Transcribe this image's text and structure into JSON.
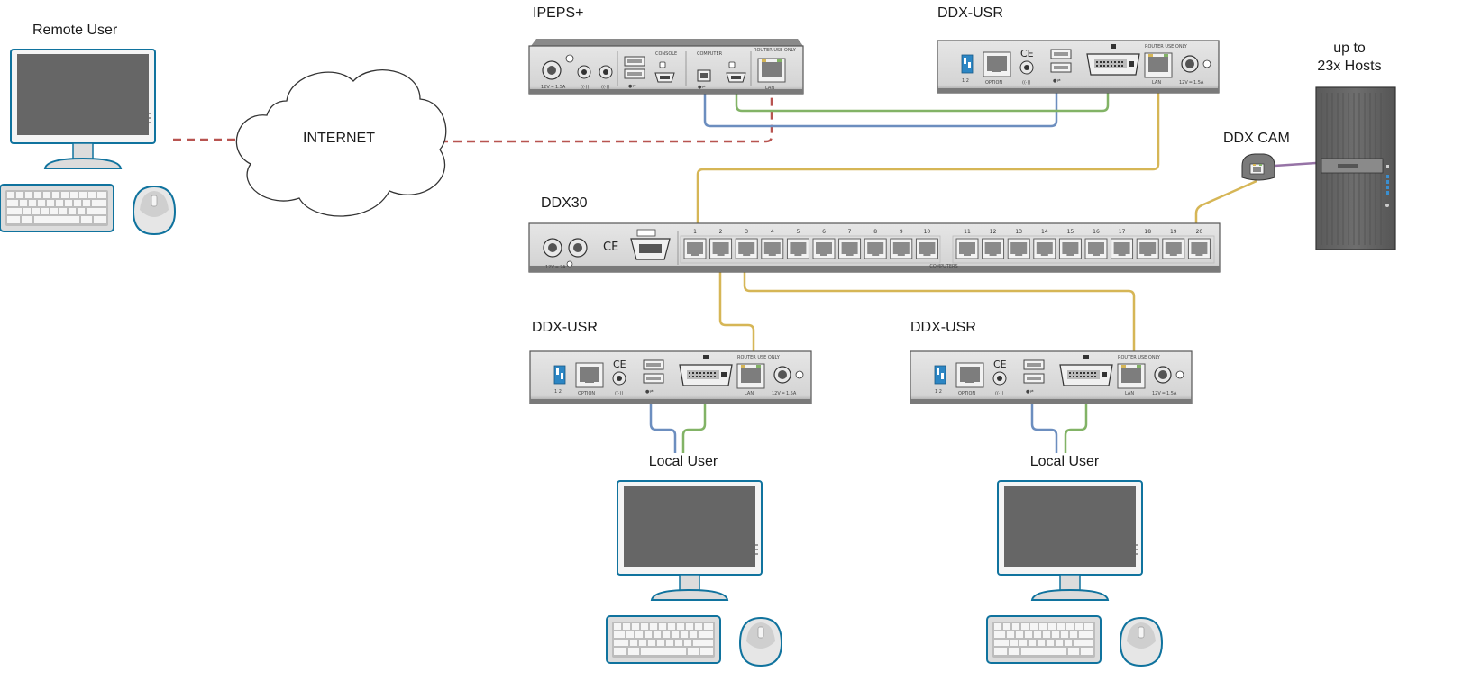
{
  "labels": {
    "remote_user": "Remote User",
    "internet": "INTERNET",
    "ipeps": "IPEPS+",
    "ddx_usr_top": "DDX-USR",
    "hosts_line1": "up to",
    "hosts_line2": "23x Hosts",
    "ddx_cam": "DDX CAM",
    "ddx30": "DDX30",
    "ddx_usr_left": "DDX-USR",
    "ddx_usr_right": "DDX-USR",
    "local_user_left": "Local User",
    "local_user_right": "Local User"
  },
  "switch_ports": [
    "1",
    "2",
    "3",
    "4",
    "5",
    "6",
    "7",
    "8",
    "9",
    "10",
    "11",
    "12",
    "13",
    "14",
    "15",
    "16",
    "17",
    "18",
    "19",
    "20"
  ],
  "switch_section_label": "COMPUTERS",
  "colors": {
    "usb_cable": "#6c8ebf",
    "video_cable": "#82b366",
    "network_cable": "#d6b656",
    "internet_link": "#b85450",
    "camera_link": "#9673a6",
    "device_panel": "#d9d9d9",
    "device_dark": "#4d4d4d",
    "monitor_screen": "#666666",
    "monitor_border": "#10739e"
  }
}
